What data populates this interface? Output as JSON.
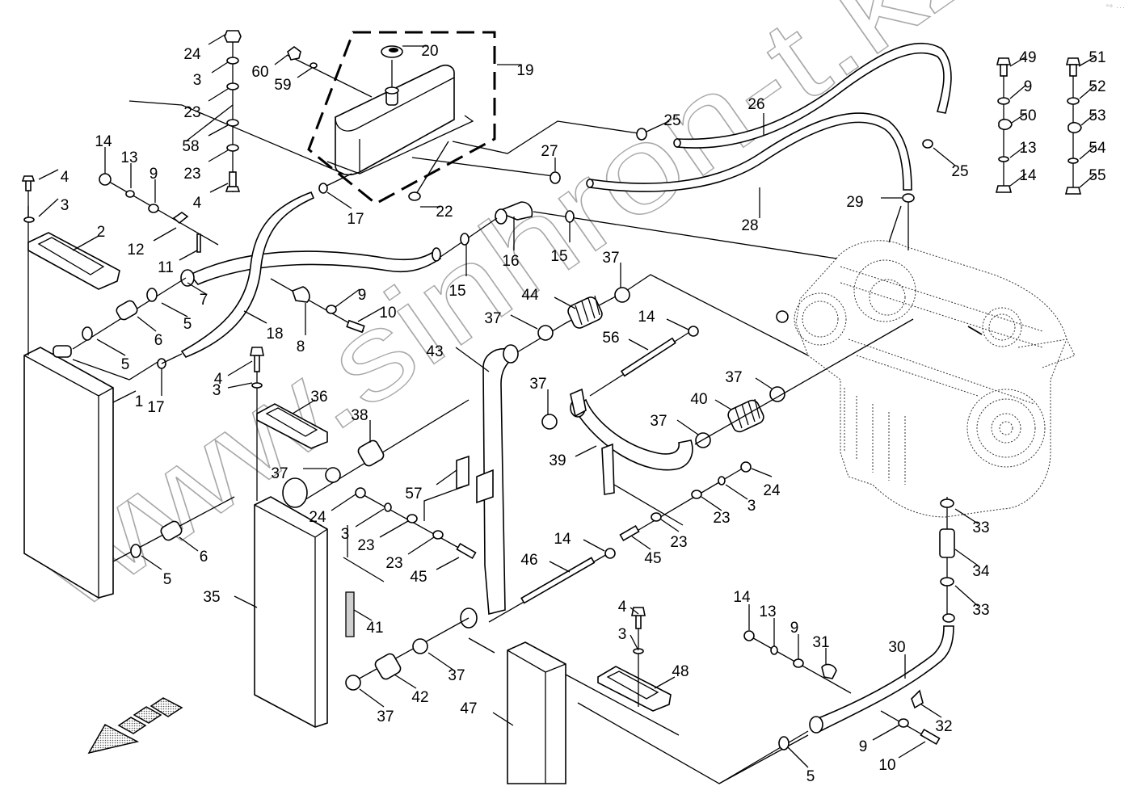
{
  "diagram": {
    "title": "Cooling system exploded parts diagram",
    "watermark": "www.sinhron-t.kz",
    "corner_mark": "°º ···",
    "direction_arrow": "front-direction-arrow",
    "groups": {
      "expansion_tank_assembly": "19",
      "engine": "engine-block"
    },
    "callouts": [
      {
        "id": "c24a",
        "label": "24"
      },
      {
        "id": "c3a",
        "label": "3"
      },
      {
        "id": "c23a",
        "label": "23"
      },
      {
        "id": "c58",
        "label": "58"
      },
      {
        "id": "c23b",
        "label": "23"
      },
      {
        "id": "c4a",
        "label": "4"
      },
      {
        "id": "c60",
        "label": "60"
      },
      {
        "id": "c59",
        "label": "59"
      },
      {
        "id": "c20",
        "label": "20"
      },
      {
        "id": "c19",
        "label": "19"
      },
      {
        "id": "c22",
        "label": "22"
      },
      {
        "id": "c17a",
        "label": "17"
      },
      {
        "id": "c14a",
        "label": "14"
      },
      {
        "id": "c13a",
        "label": "13"
      },
      {
        "id": "c9a",
        "label": "9"
      },
      {
        "id": "c12",
        "label": "12"
      },
      {
        "id": "c11",
        "label": "11"
      },
      {
        "id": "c4b",
        "label": "4"
      },
      {
        "id": "c3b",
        "label": "3"
      },
      {
        "id": "c2",
        "label": "2"
      },
      {
        "id": "c7",
        "label": "7"
      },
      {
        "id": "c5a",
        "label": "5"
      },
      {
        "id": "c6a",
        "label": "6"
      },
      {
        "id": "c5b",
        "label": "5"
      },
      {
        "id": "c17b",
        "label": "17"
      },
      {
        "id": "c1",
        "label": "1"
      },
      {
        "id": "c18",
        "label": "18"
      },
      {
        "id": "c8",
        "label": "8"
      },
      {
        "id": "c9b",
        "label": "9"
      },
      {
        "id": "c10a",
        "label": "10"
      },
      {
        "id": "c15a",
        "label": "15"
      },
      {
        "id": "c16",
        "label": "16"
      },
      {
        "id": "c15b",
        "label": "15"
      },
      {
        "id": "c25a",
        "label": "25"
      },
      {
        "id": "c26",
        "label": "26"
      },
      {
        "id": "c27",
        "label": "27"
      },
      {
        "id": "c28",
        "label": "28"
      },
      {
        "id": "c25b",
        "label": "25"
      },
      {
        "id": "c29",
        "label": "29"
      },
      {
        "id": "c49",
        "label": "49"
      },
      {
        "id": "c9c",
        "label": "9"
      },
      {
        "id": "c50",
        "label": "50"
      },
      {
        "id": "c13b",
        "label": "13"
      },
      {
        "id": "c14b",
        "label": "14"
      },
      {
        "id": "c51",
        "label": "51"
      },
      {
        "id": "c52",
        "label": "52"
      },
      {
        "id": "c53",
        "label": "53"
      },
      {
        "id": "c54",
        "label": "54"
      },
      {
        "id": "c55",
        "label": "55"
      },
      {
        "id": "c37a",
        "label": "37"
      },
      {
        "id": "c44",
        "label": "44"
      },
      {
        "id": "c37b",
        "label": "37"
      },
      {
        "id": "c43",
        "label": "43"
      },
      {
        "id": "c14c",
        "label": "14"
      },
      {
        "id": "c56",
        "label": "56"
      },
      {
        "id": "c37c",
        "label": "37"
      },
      {
        "id": "c37d",
        "label": "37"
      },
      {
        "id": "c40",
        "label": "40"
      },
      {
        "id": "c37e",
        "label": "37"
      },
      {
        "id": "c39",
        "label": "39"
      },
      {
        "id": "c4c",
        "label": "4"
      },
      {
        "id": "c3c",
        "label": "3"
      },
      {
        "id": "c36",
        "label": "36"
      },
      {
        "id": "c38",
        "label": "38"
      },
      {
        "id": "c37f",
        "label": "37"
      },
      {
        "id": "c57",
        "label": "57"
      },
      {
        "id": "c24b",
        "label": "24"
      },
      {
        "id": "c3d",
        "label": "3"
      },
      {
        "id": "c23c",
        "label": "23"
      },
      {
        "id": "c23d",
        "label": "23"
      },
      {
        "id": "c45a",
        "label": "45"
      },
      {
        "id": "c24c",
        "label": "24"
      },
      {
        "id": "c3e",
        "label": "3"
      },
      {
        "id": "c23e",
        "label": "23"
      },
      {
        "id": "c23f",
        "label": "23"
      },
      {
        "id": "c45b",
        "label": "45"
      },
      {
        "id": "c6b",
        "label": "6"
      },
      {
        "id": "c5c",
        "label": "5"
      },
      {
        "id": "c35",
        "label": "35"
      },
      {
        "id": "c41",
        "label": "41"
      },
      {
        "id": "c14d",
        "label": "14"
      },
      {
        "id": "c46",
        "label": "46"
      },
      {
        "id": "c37g",
        "label": "37"
      },
      {
        "id": "c42",
        "label": "42"
      },
      {
        "id": "c37h",
        "label": "37"
      },
      {
        "id": "c47",
        "label": "47"
      },
      {
        "id": "c4d",
        "label": "4"
      },
      {
        "id": "c3f",
        "label": "3"
      },
      {
        "id": "c48",
        "label": "48"
      },
      {
        "id": "c33a",
        "label": "33"
      },
      {
        "id": "c34",
        "label": "34"
      },
      {
        "id": "c33b",
        "label": "33"
      },
      {
        "id": "c14e",
        "label": "14"
      },
      {
        "id": "c13c",
        "label": "13"
      },
      {
        "id": "c9d",
        "label": "9"
      },
      {
        "id": "c31",
        "label": "31"
      },
      {
        "id": "c30",
        "label": "30"
      },
      {
        "id": "c32",
        "label": "32"
      },
      {
        "id": "c9e",
        "label": "9"
      },
      {
        "id": "c10b",
        "label": "10"
      },
      {
        "id": "c5d",
        "label": "5"
      }
    ]
  }
}
